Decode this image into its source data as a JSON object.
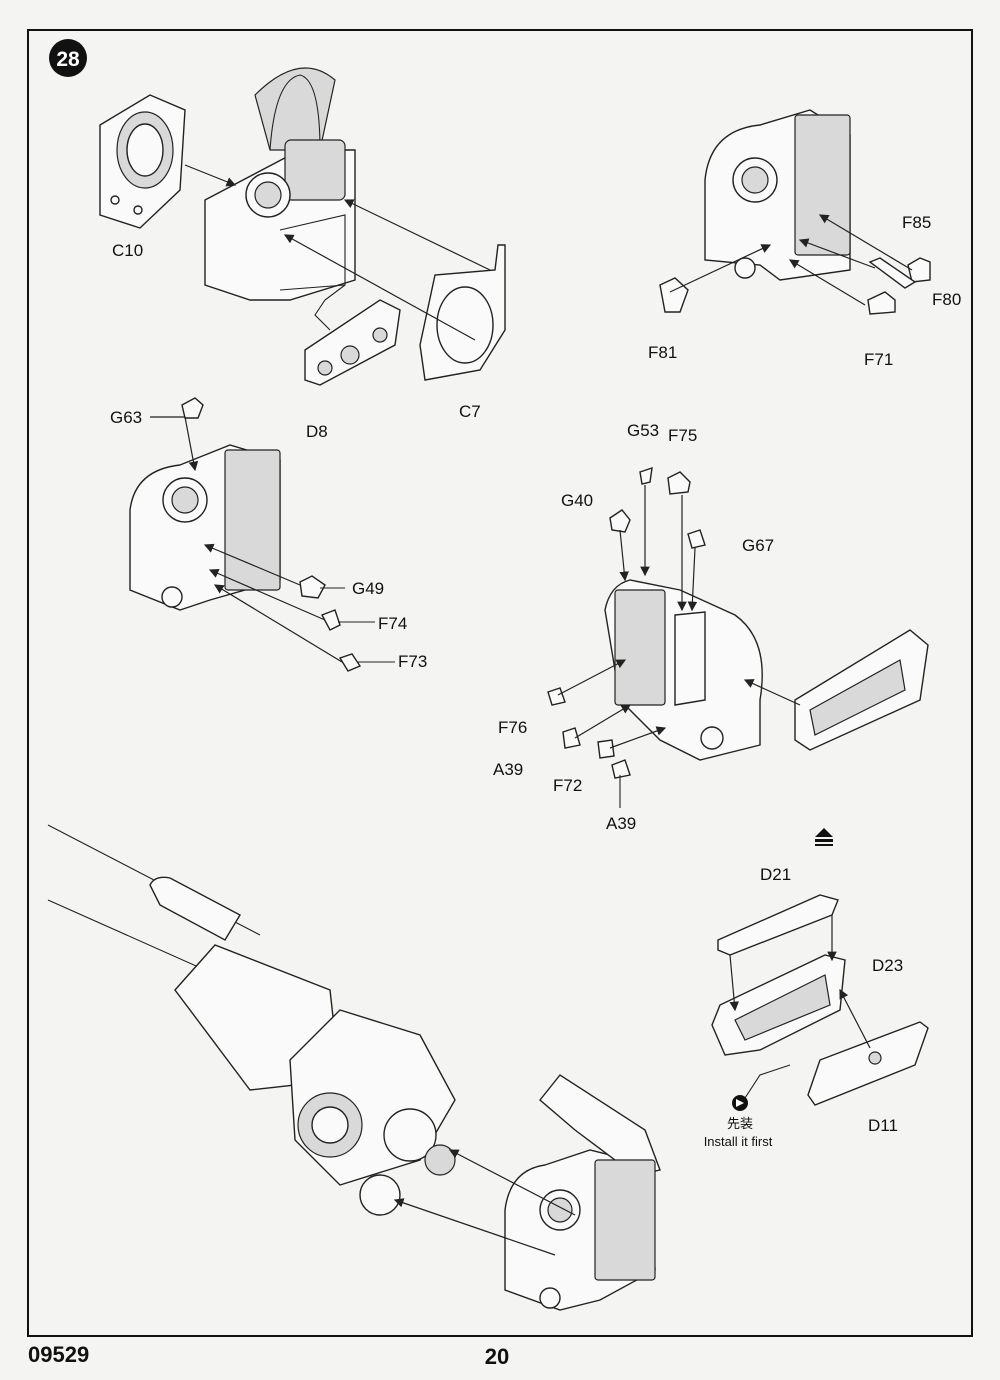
{
  "step_number": "28",
  "page_number": "20",
  "kit_number": "09529",
  "parts": {
    "C10": "C10",
    "D8": "D8",
    "C7": "C7",
    "F85": "F85",
    "F80": "F80",
    "F81": "F81",
    "F71": "F71",
    "G63": "G63",
    "G49": "G49",
    "F74": "F74",
    "F73": "F73",
    "G53": "G53",
    "F75": "F75",
    "G40": "G40",
    "G67": "G67",
    "F76": "F76",
    "A39a": "A39",
    "F72": "F72",
    "A39b": "A39",
    "D21": "D21",
    "D23": "D23",
    "D11": "D11"
  },
  "note": {
    "chinese": "先装",
    "english": "Install it first"
  },
  "icons": [
    "step-badge-icon",
    "install-first-icon",
    "direction-arrow-icon"
  ]
}
